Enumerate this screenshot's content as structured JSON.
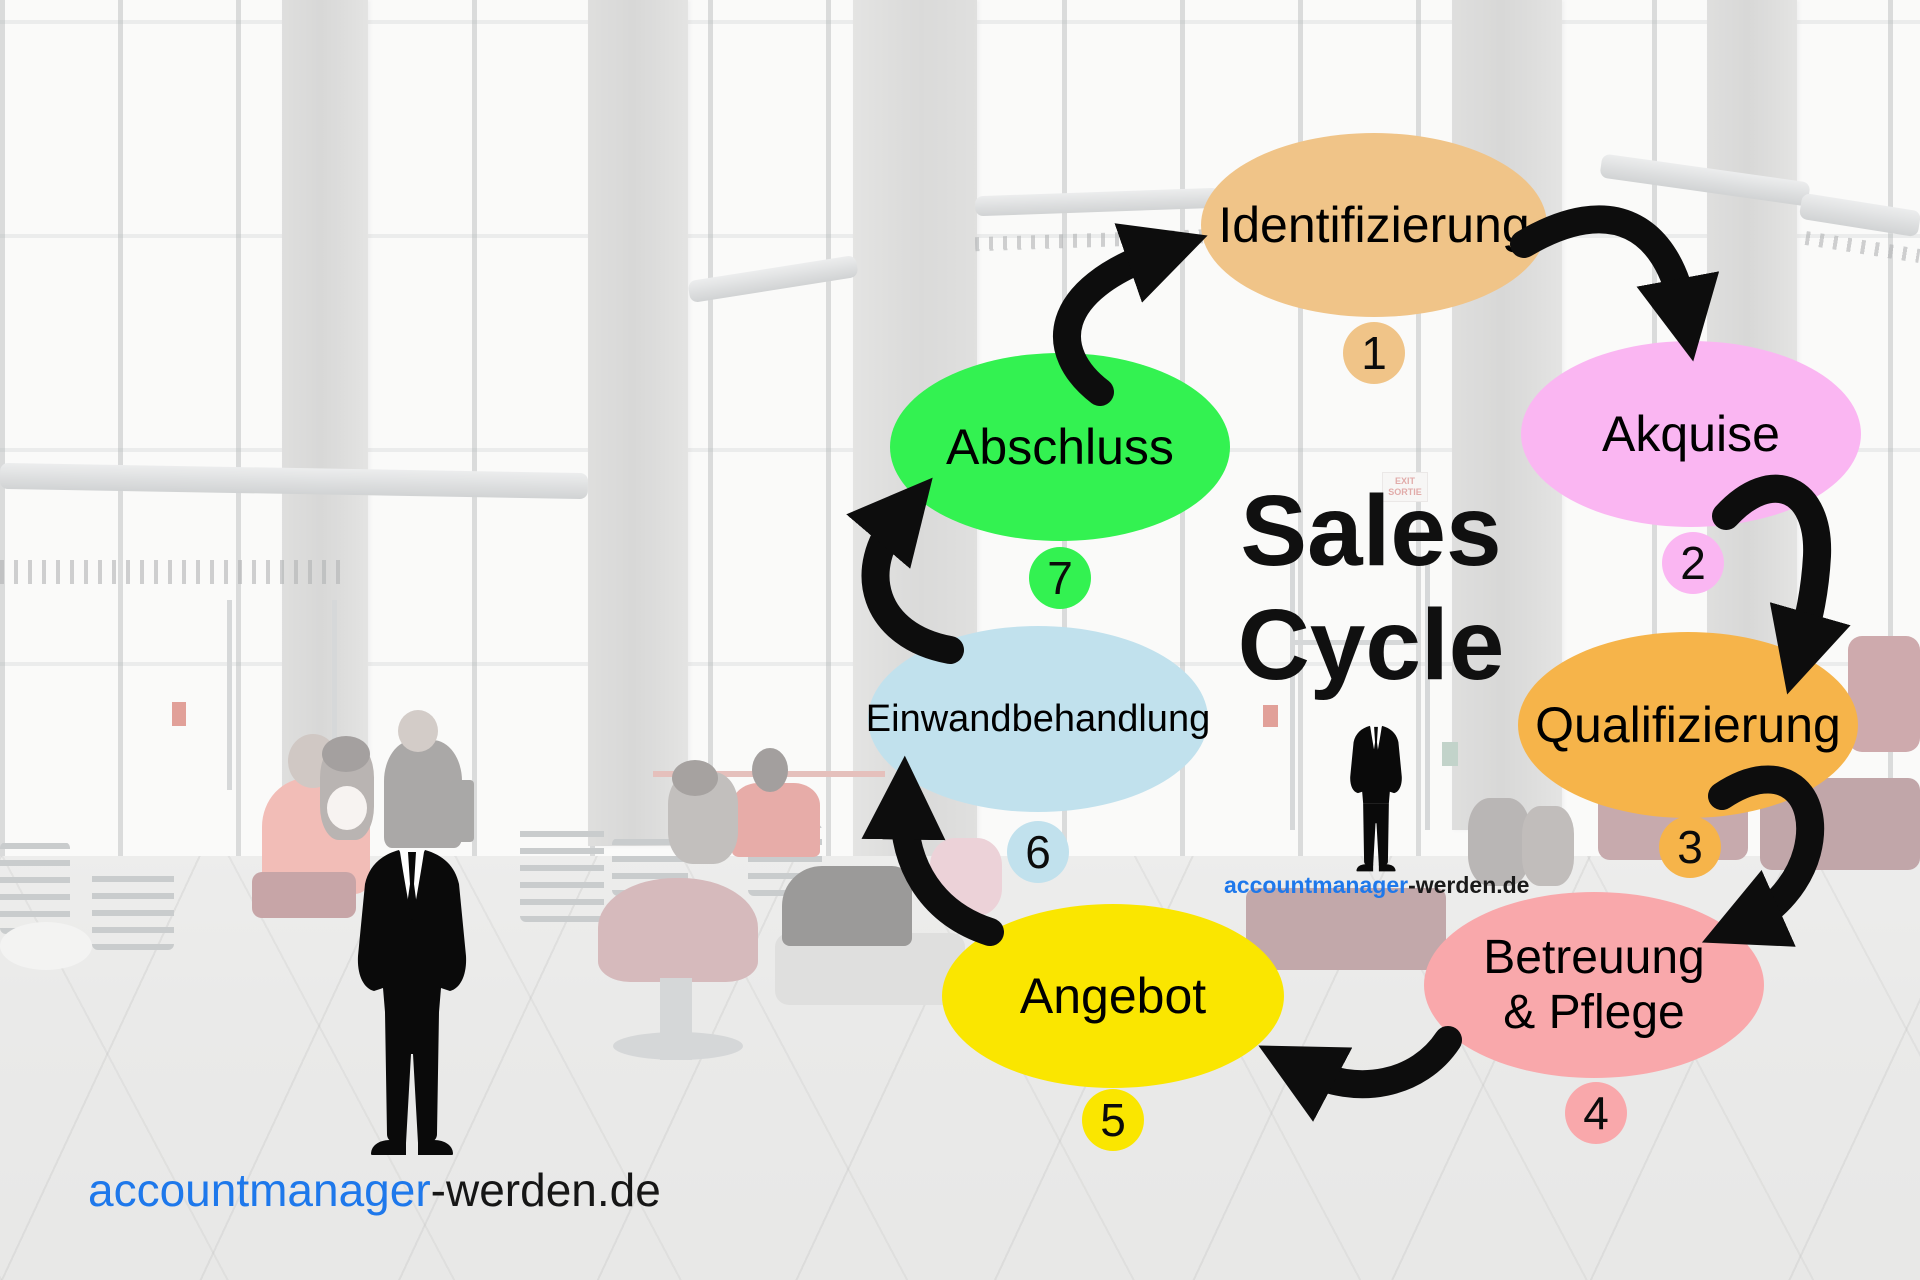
{
  "title": {
    "line1": "Sales",
    "line2": "Cycle"
  },
  "stages": [
    {
      "label": "Identifizierung",
      "number": "1",
      "color": "#F0C488"
    },
    {
      "label": "Akquise",
      "number": "2",
      "color": "#FAB6F2"
    },
    {
      "label": "Qualifizierung",
      "number": "3",
      "color": "#F6B44A"
    },
    {
      "label": "Betreuung & Pflege",
      "label_lines": [
        "Betreuung",
        "& Pflege"
      ],
      "number": "4",
      "color": "#F9A8AB"
    },
    {
      "label": "Angebot",
      "number": "5",
      "color": "#FAE600"
    },
    {
      "label": "Einwandbehandlung",
      "number": "6",
      "color": "#C1E1ED"
    },
    {
      "label": "Abschluss",
      "number": "7",
      "color": "#33F251"
    }
  ],
  "branding": {
    "footer": {
      "highlight": "accountmanager",
      "rest": "-werden.de",
      "highlight_color": "#1E78EB"
    },
    "watermark": {
      "highlight": "accountmanager",
      "rest": "-werden.de",
      "highlight_color": "#1E78EB"
    }
  },
  "background": {
    "exit_sign": {
      "line1": "EXIT",
      "line2": "SORTIE"
    }
  },
  "colors": {
    "arrow": "#0d0d0d",
    "label_text": "#000000"
  }
}
